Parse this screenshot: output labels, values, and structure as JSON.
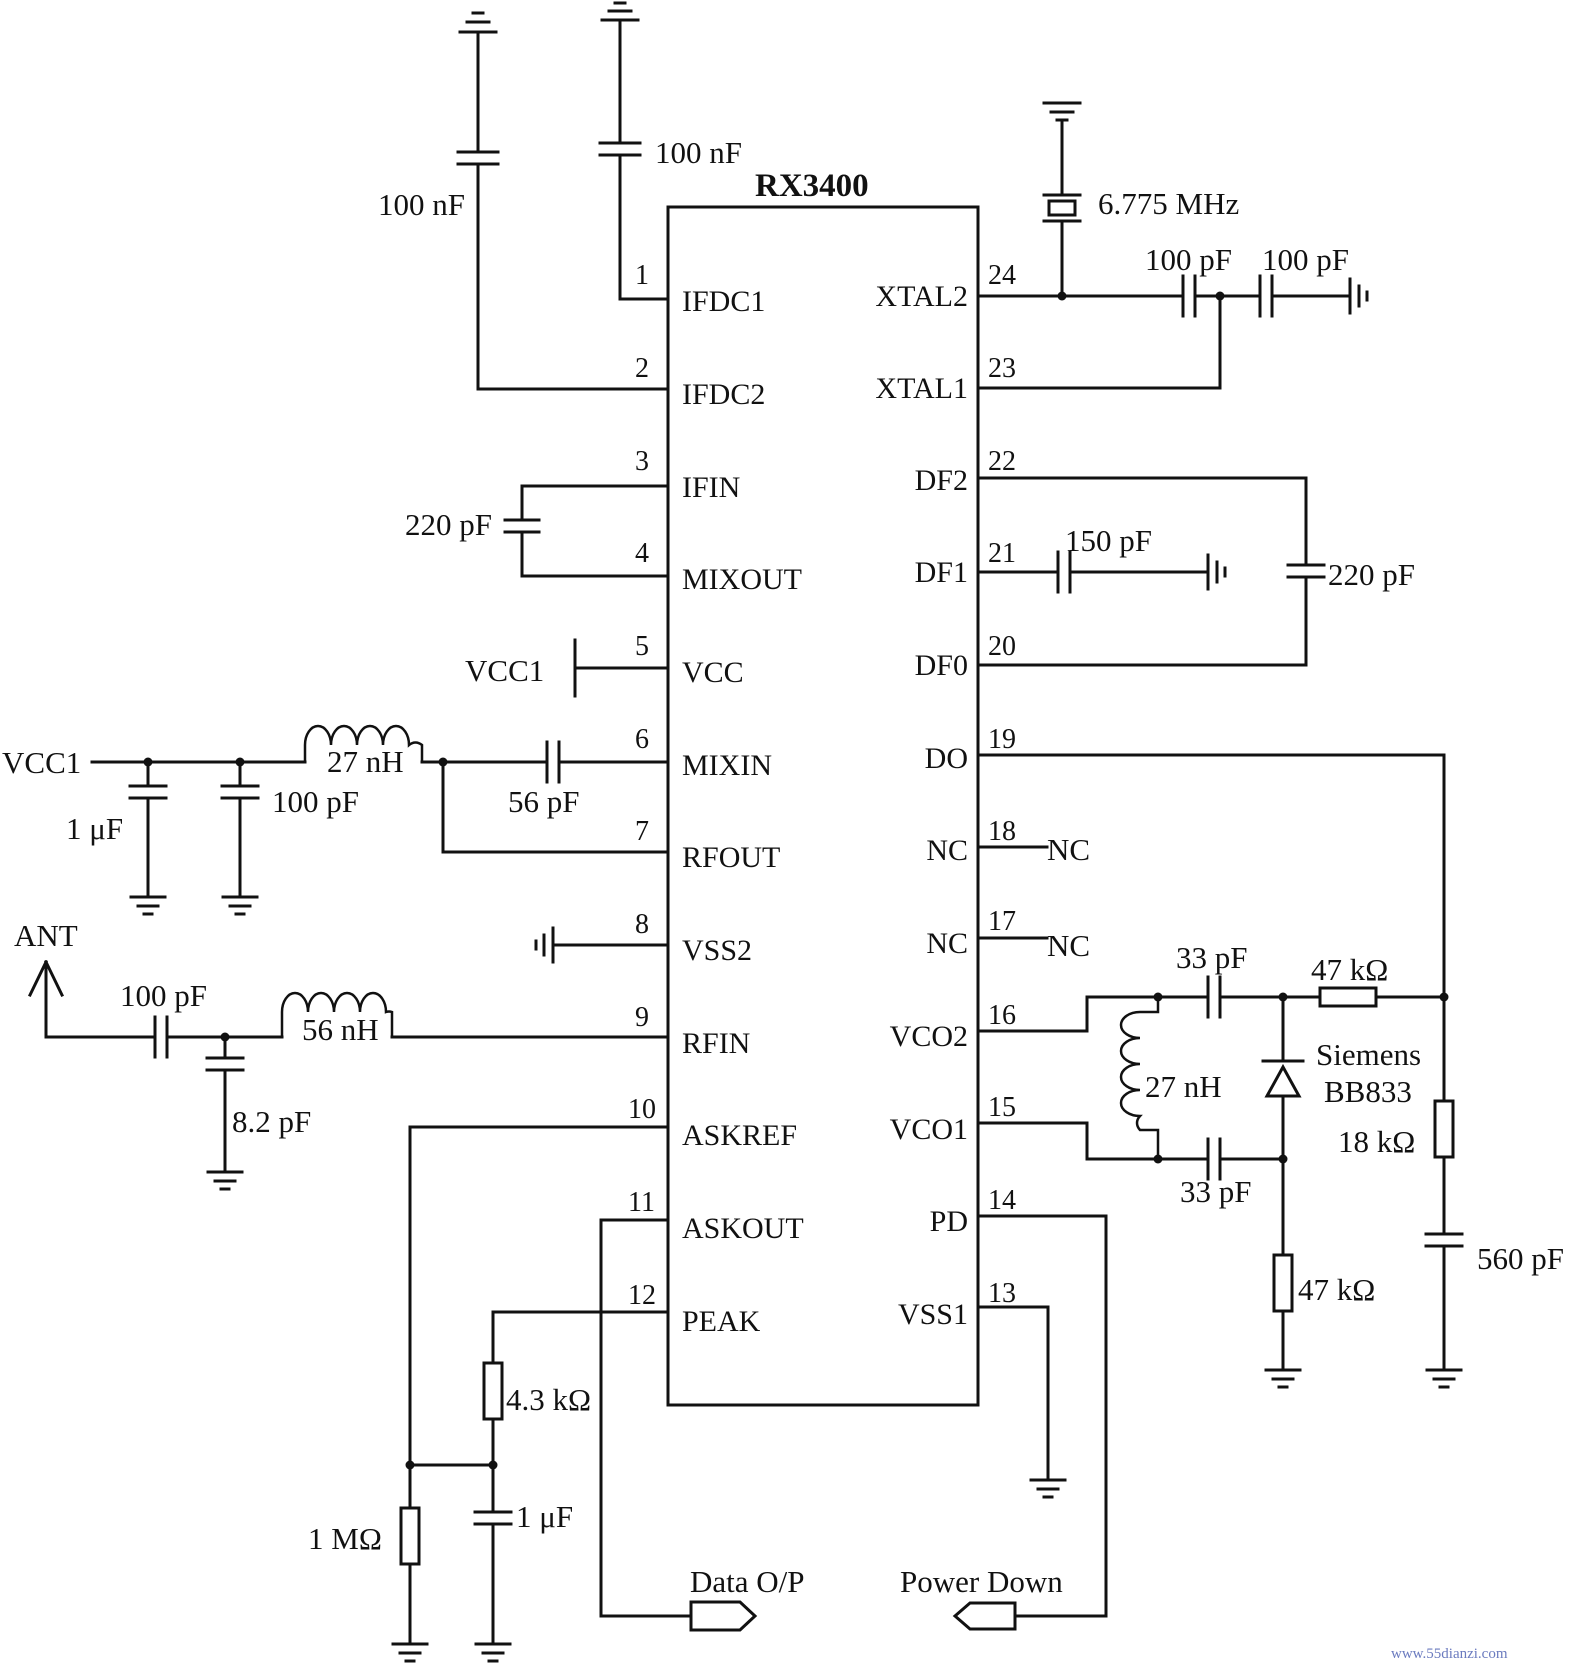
{
  "chip": {
    "name": "RX3400",
    "left_pins": [
      {
        "num": "1",
        "name": "IFDC1"
      },
      {
        "num": "2",
        "name": "IFDC2"
      },
      {
        "num": "3",
        "name": "IFIN"
      },
      {
        "num": "4",
        "name": "MIXOUT"
      },
      {
        "num": "5",
        "name": "VCC"
      },
      {
        "num": "6",
        "name": "MIXIN"
      },
      {
        "num": "7",
        "name": "RFOUT"
      },
      {
        "num": "8",
        "name": "VSS2"
      },
      {
        "num": "9",
        "name": "RFIN"
      },
      {
        "num": "10",
        "name": "ASKREF"
      },
      {
        "num": "11",
        "name": "ASKOUT"
      },
      {
        "num": "12",
        "name": "PEAK"
      }
    ],
    "right_pins": [
      {
        "num": "24",
        "name": "XTAL2"
      },
      {
        "num": "23",
        "name": "XTAL1"
      },
      {
        "num": "22",
        "name": "DF2"
      },
      {
        "num": "21",
        "name": "DF1"
      },
      {
        "num": "20",
        "name": "DF0"
      },
      {
        "num": "19",
        "name": "DO"
      },
      {
        "num": "18",
        "name": "NC"
      },
      {
        "num": "17",
        "name": "NC"
      },
      {
        "num": "16",
        "name": "VCO2"
      },
      {
        "num": "15",
        "name": "VCO1"
      },
      {
        "num": "14",
        "name": "PD"
      },
      {
        "num": "13",
        "name": "VSS1"
      }
    ]
  },
  "components": {
    "c_ifdc2": "100 nF",
    "c_ifdc1": "100 nF",
    "crystal": "6.775 MHz",
    "c_xtal_a": "100 pF",
    "c_xtal_b": "100 pF",
    "c_ifin": "220 pF",
    "c_df1": "150 pF",
    "c_df": "220 pF",
    "vcc_pin": "VCC1",
    "vcc_in": "VCC1",
    "c_vcc_1u": "1 μF",
    "c_vcc_100p": "100 pF",
    "l_mix": "27 nH",
    "c_mixin": "56 pF",
    "ant": "ANT",
    "c_ant": "100 pF",
    "l_rfin": "56 nH",
    "c_rfin": "8.2 pF",
    "nc18": "NC",
    "nc17": "NC",
    "c_vco_top": "33 pF",
    "c_vco_bot": "33 pF",
    "l_vco": "27 nH",
    "r_47k_top": "47 kΩ",
    "r_47k_bot": "47 kΩ",
    "varactor_line1": "Siemens",
    "varactor_line2": "BB833",
    "r_18k": "18 kΩ",
    "c_560p": "560 pF",
    "r_4k3": "4.3 kΩ",
    "c_1u": "1 μF",
    "r_1m": "1 MΩ",
    "data_out": "Data O/P",
    "power_down": "Power Down"
  },
  "watermark": "www.55dianzi.com"
}
